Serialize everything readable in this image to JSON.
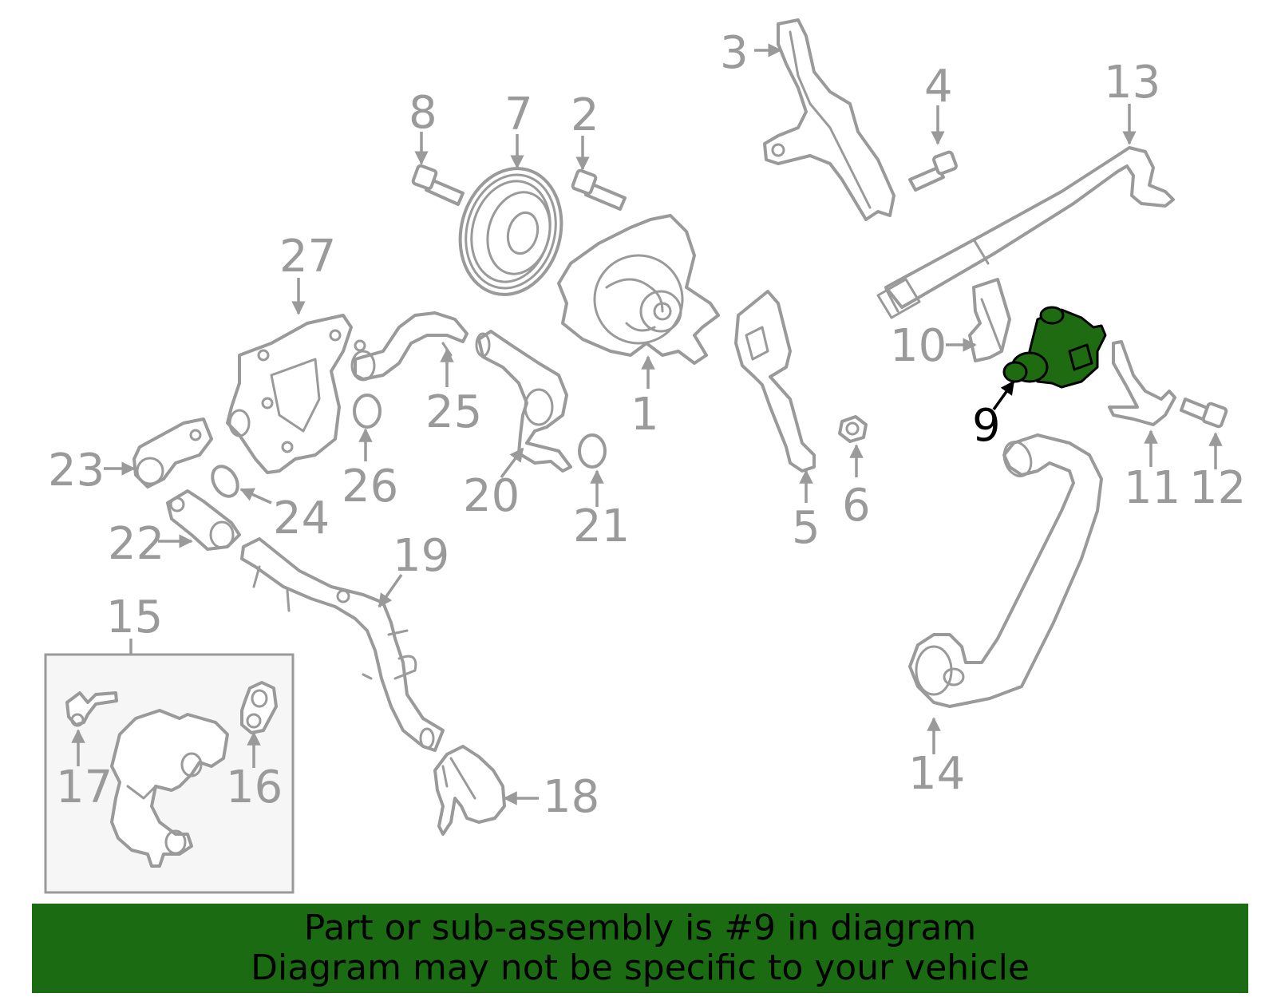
{
  "callouts": {
    "c1": "1",
    "c2": "2",
    "c3": "3",
    "c4": "4",
    "c5": "5",
    "c6": "6",
    "c7": "7",
    "c8": "8",
    "c9": "9",
    "c10": "10",
    "c11": "11",
    "c12": "12",
    "c13": "13",
    "c14": "14",
    "c15": "15",
    "c16": "16",
    "c17": "17",
    "c18": "18",
    "c19": "19",
    "c20": "20",
    "c21": "21",
    "c22": "22",
    "c23": "23",
    "c24": "24",
    "c25": "25",
    "c26": "26",
    "c27": "27"
  },
  "highlighted_part": "9",
  "colors": {
    "highlight": "#1e6b12",
    "banner": "#1a6b12",
    "linework": "#9a9a9a"
  },
  "banner": {
    "line1": "Part or sub-assembly is #9 in diagram",
    "line2": "Diagram may not be specific to your vehicle"
  }
}
